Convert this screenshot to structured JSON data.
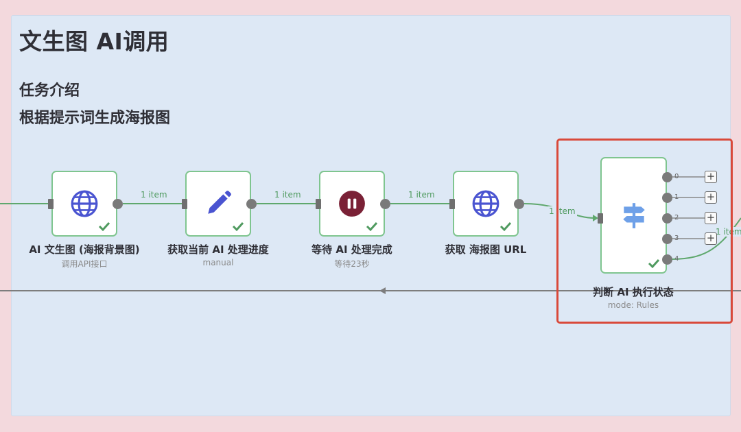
{
  "sticky_note": {
    "title": "文生图 AI调用",
    "subtitle1": "任务介绍",
    "subtitle2": "根据提示词生成海报图"
  },
  "nodes": [
    {
      "label": "AI 文生图 (海报背景图)",
      "sublabel": "调用API接口",
      "icon": "globe-icon",
      "status": "success"
    },
    {
      "label": "获取当前 AI 处理进度",
      "sublabel": "manual",
      "icon": "pencil-icon",
      "status": "success"
    },
    {
      "label": "等待 AI 处理完成",
      "sublabel": "等待23秒",
      "icon": "pause-icon",
      "status": "success"
    },
    {
      "label": "获取 海报图 URL",
      "sublabel": "",
      "icon": "globe-icon",
      "status": "success"
    },
    {
      "label": "判断 AI 执行状态",
      "sublabel": "mode: Rules",
      "icon": "signpost-icon",
      "status": "success",
      "outputs": [
        "0",
        "1",
        "2",
        "3",
        "4"
      ]
    }
  ],
  "connections": {
    "item_label": "1 item",
    "partial_label": "1 item"
  },
  "colors": {
    "canvas": "#f3d9dd",
    "note": "#dde8f5",
    "node_border": "#7fc58f",
    "connection": "#5fa86d",
    "highlight": "#d9493a",
    "globe": "#4a54d1",
    "pause": "#7a2136",
    "signpost": "#6ea0e8"
  }
}
